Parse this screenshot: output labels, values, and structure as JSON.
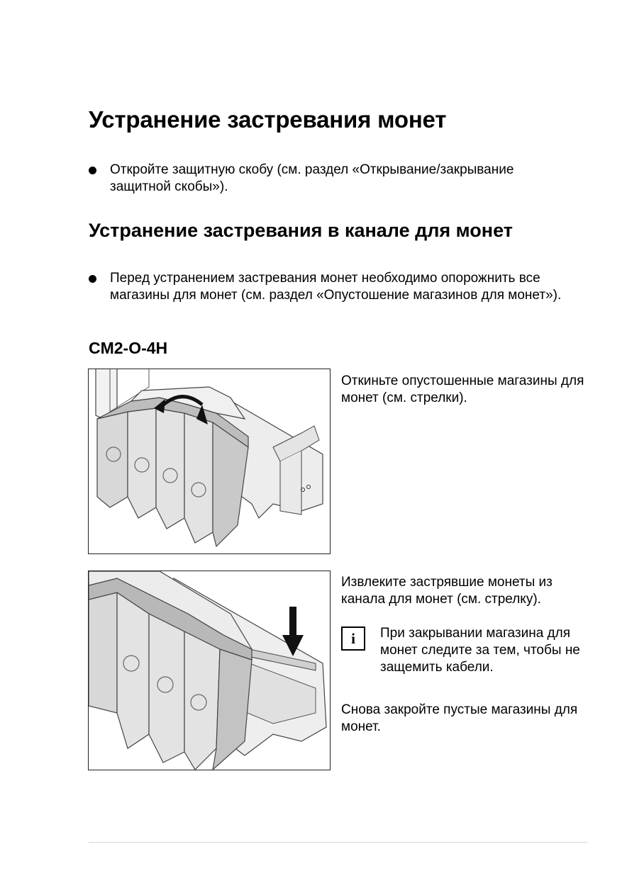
{
  "heading_main": "Устранение застревания монет",
  "bullet_1": "Откройте защитную скобу (см. раздел «Открывание/закрывание защитной скобы»).",
  "heading_channel": "Устранение застревания в канале для монет",
  "bullet_2": "Перед устранением застревания монет необходимо опорожнить все магазины для монет (см. раздел «Опустошение магазинов для монет»).",
  "model_label": "CM2-O-4H",
  "step_1_text": "Откиньте опустошенные магазины для монет (см. стрелки).",
  "step_2_text": "Извлеките застрявшие монеты из канала для монет (см. стрелку).",
  "info_icon_label": "i",
  "info_note": "При закрывании магазина для монет следите за тем, чтобы не защемить кабели.",
  "step_3_text": "Снова закройте пустые магазины для монет."
}
